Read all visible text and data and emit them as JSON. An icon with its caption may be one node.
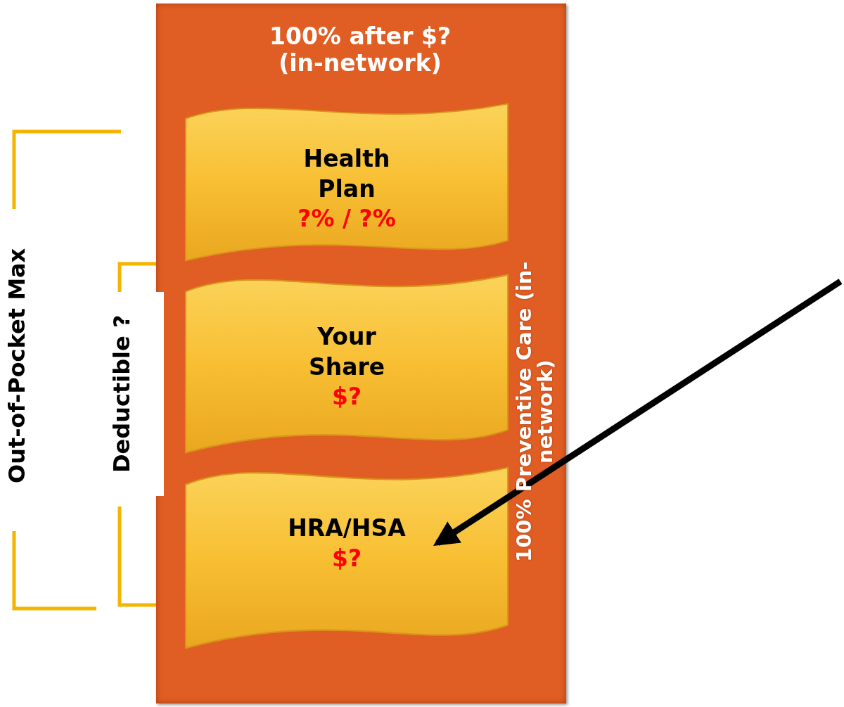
{
  "diagram": {
    "nodes": [
      {
        "text": [
          "100% after $? (in-network)",
          "100% Preventive Care (in-network)"
        ]
      },
      {
        "text": [
          "Health Plan",
          "?% / ?%"
        ],
        "in": 0
      },
      {
        "text": [
          "Your Share",
          "$?"
        ],
        "in": 0
      },
      {
        "text": [
          "HRA/HSA",
          "$?"
        ],
        "in": 0
      }
    ],
    "edges": [
      {
        "from": null,
        "to": 3,
        "arrow": "to"
      }
    ],
    "labels": [
      "Out-of-Pocket Max",
      "Deductible ?"
    ]
  }
}
